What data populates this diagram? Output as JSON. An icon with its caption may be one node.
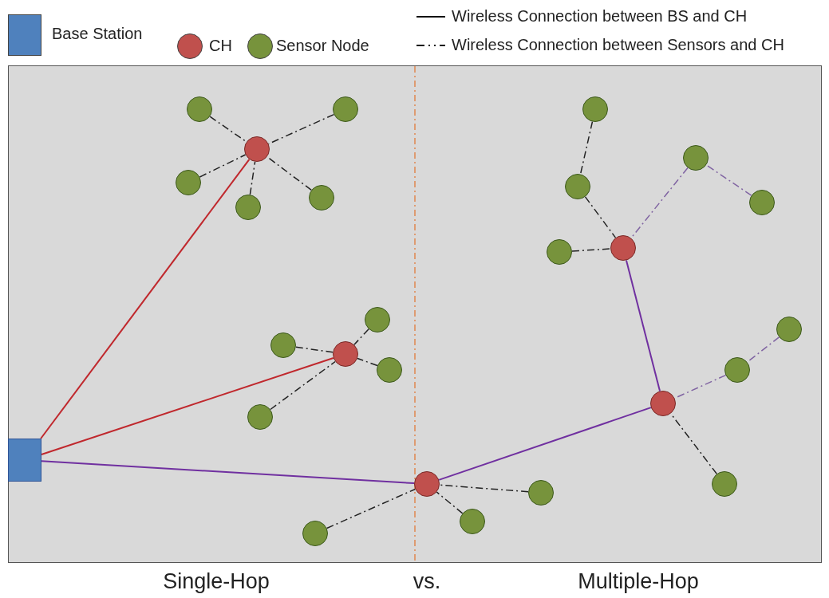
{
  "diagram": {
    "nodes": [
      {
        "text": [],
        "shape": "circle"
      },
      {
        "text": [],
        "shape": "circle"
      },
      {
        "text": [],
        "shape": "circle"
      },
      {
        "text": [],
        "shape": "circle"
      },
      {
        "text": [],
        "shape": "circle"
      },
      {
        "text": [],
        "shape": "circle"
      },
      {
        "text": [],
        "shape": "circle"
      },
      {
        "text": [],
        "shape": "circle"
      },
      {
        "text": [],
        "shape": "circle"
      },
      {
        "text": [],
        "shape": "circle"
      },
      {
        "text": [],
        "shape": "circle"
      },
      {
        "text": [],
        "shape": "circle"
      },
      {
        "text": [],
        "shape": "circle"
      },
      {
        "text": [],
        "shape": "circle"
      },
      {
        "text": [],
        "shape": "circle"
      },
      {
        "text": [],
        "shape": "circle"
      },
      {
        "text": [],
        "shape": "circle"
      },
      {
        "text": [],
        "shape": "circle"
      },
      {
        "text": [],
        "shape": "circle"
      },
      {
        "text": [],
        "shape": "circle"
      },
      {
        "text": [],
        "shape": "box"
      },
      {
        "text": [],
        "shape": "circle"
      },
      {
        "text": [],
        "shape": "circle"
      },
      {
        "text": [],
        "shape": "circle"
      },
      {
        "text": [],
        "shape": "circle"
      },
      {
        "text": [],
        "shape": "circle"
      }
    ],
    "edges": [
      {
        "from": 20,
        "to": 3,
        "arrow": "none",
        "color": "#c0282d"
      },
      {
        "from": 20,
        "to": 15,
        "arrow": "none",
        "color": "#c0282d"
      },
      {
        "from": 20,
        "to": 21,
        "arrow": "none",
        "color": "#7030a0"
      },
      {
        "from": 21,
        "to": 18,
        "arrow": "none",
        "color": "#7030a0"
      },
      {
        "from": 18,
        "to": 10,
        "arrow": "none",
        "color": "#7030a0"
      },
      {
        "from": 0,
        "to": 3,
        "arrow": "none",
        "style": "dashed"
      },
      {
        "from": 1,
        "to": 3,
        "arrow": "none",
        "style": "dashed"
      },
      {
        "from": 5,
        "to": 3,
        "arrow": "none",
        "style": "dashed"
      },
      {
        "from": 9,
        "to": 3,
        "arrow": "none",
        "style": "dashed"
      },
      {
        "from": 7,
        "to": 3,
        "arrow": "none",
        "style": "dashed"
      },
      {
        "from": 12,
        "to": 15,
        "arrow": "none",
        "style": "dashed"
      },
      {
        "from": 14,
        "to": 15,
        "arrow": "none",
        "style": "dashed"
      },
      {
        "from": 16,
        "to": 15,
        "arrow": "none",
        "style": "dashed"
      },
      {
        "from": 19,
        "to": 15,
        "arrow": "none",
        "style": "dashed"
      },
      {
        "from": 23,
        "to": 21,
        "arrow": "none",
        "style": "dashed"
      },
      {
        "from": 24,
        "to": 21,
        "arrow": "none",
        "style": "dashed"
      },
      {
        "from": 25,
        "to": 21,
        "arrow": "none",
        "style": "dashed"
      },
      {
        "from": 2,
        "to": 6,
        "arrow": "none",
        "style": "dashed"
      },
      {
        "from": 6,
        "to": 10,
        "arrow": "none",
        "style": "dashed"
      },
      {
        "from": 11,
        "to": 10,
        "arrow": "none",
        "style": "dashed"
      },
      {
        "from": 8,
        "to": 4,
        "arrow": "none",
        "style": "dashed",
        "color": "#8064a2"
      },
      {
        "from": 4,
        "to": 10,
        "arrow": "none",
        "style": "dashed",
        "color": "#8064a2"
      },
      {
        "from": 13,
        "to": 17,
        "arrow": "none",
        "style": "dashed",
        "color": "#8064a2"
      },
      {
        "from": 17,
        "to": 18,
        "arrow": "none",
        "style": "dashed",
        "color": "#8064a2"
      },
      {
        "from": 22,
        "to": 18,
        "arrow": "none",
        "style": "dashed"
      }
    ],
    "labels": [
      "Single-Hop",
      "vs.",
      "Multiple-Hop"
    ],
    "legend": [
      {
        "text": "Base Station",
        "color": "#4f81bd"
      },
      {
        "text": "CH",
        "color": "#c0504d"
      },
      {
        "text": "Sensor Node",
        "color": "#77933c"
      },
      {
        "text": "Wireless Connection between BS and CH"
      },
      {
        "text": "Wireless Connection between Sensors and CH"
      }
    ]
  }
}
